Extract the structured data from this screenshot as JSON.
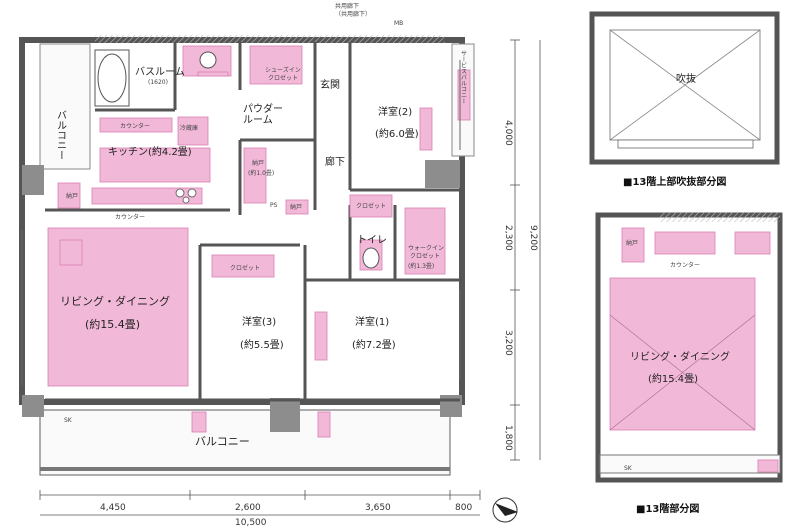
{
  "colors": {
    "pink": "#f2b8d8",
    "pink_dark": "#e58cbd",
    "wall": "#777777",
    "wall_light": "#bdbdbd",
    "hatch": "#cfcfcf",
    "line": "#444444"
  },
  "main_plan": {
    "corridor_top": "共用廊下",
    "corridor_sub": "（共用廊下）",
    "mb": "MB",
    "balcony_left": "バルコニー",
    "balcony_bottom": "バルコニー",
    "service_balcony": "サービスバルコニー",
    "bath": "バスルーム",
    "bath_size": "(1620)",
    "shoes": "シューズイン",
    "shoes2": "クロゼット",
    "powder": "パウダー",
    "powder2": "ルーム",
    "entrance": "玄関",
    "counter_top": "カウンター",
    "fridge": "冷蔵庫",
    "kitchen": "キッチン(約4.2畳)",
    "storage_a": "納戸",
    "storage_a_size": "(約1.0畳)",
    "storage_b": "納戸",
    "hallway": "廊下",
    "west_room2": "洋室(2)",
    "west_room2_size": "(約6.0畳)",
    "closet": "クロゼット",
    "toilet": "トイレ",
    "walkin": "ウォークイン",
    "walkin2": "クロゼット",
    "walkin_size": "(約1.3畳)",
    "storage_c": "納戸",
    "counter_mid": "カウンター",
    "ps": "PS",
    "living": "リビング・ダイニング",
    "living_size": "(約15.4畳)",
    "west_room3": "洋室(3)",
    "west_room3_size": "(約5.5畳)",
    "west_room1": "洋室(1)",
    "west_room1_size": "(約7.2畳)",
    "closet3": "クロゼット",
    "sk": "SK",
    "dims_bottom": [
      "4,450",
      "2,600",
      "3,650",
      "800"
    ],
    "dim_total": "10,500",
    "dims_right": [
      "4,000",
      "2,300",
      "3,200",
      "1,800"
    ],
    "dim_right_total": "9,200"
  },
  "inset_top": {
    "label": "吹抜",
    "caption": "■13階上部吹抜部分図"
  },
  "inset_bottom": {
    "counter": "カウンター",
    "living": "リビング・ダイニング",
    "living_size": "(約15.4畳)",
    "sk": "SK",
    "storage": "納戸",
    "caption": "■13階部分図"
  }
}
